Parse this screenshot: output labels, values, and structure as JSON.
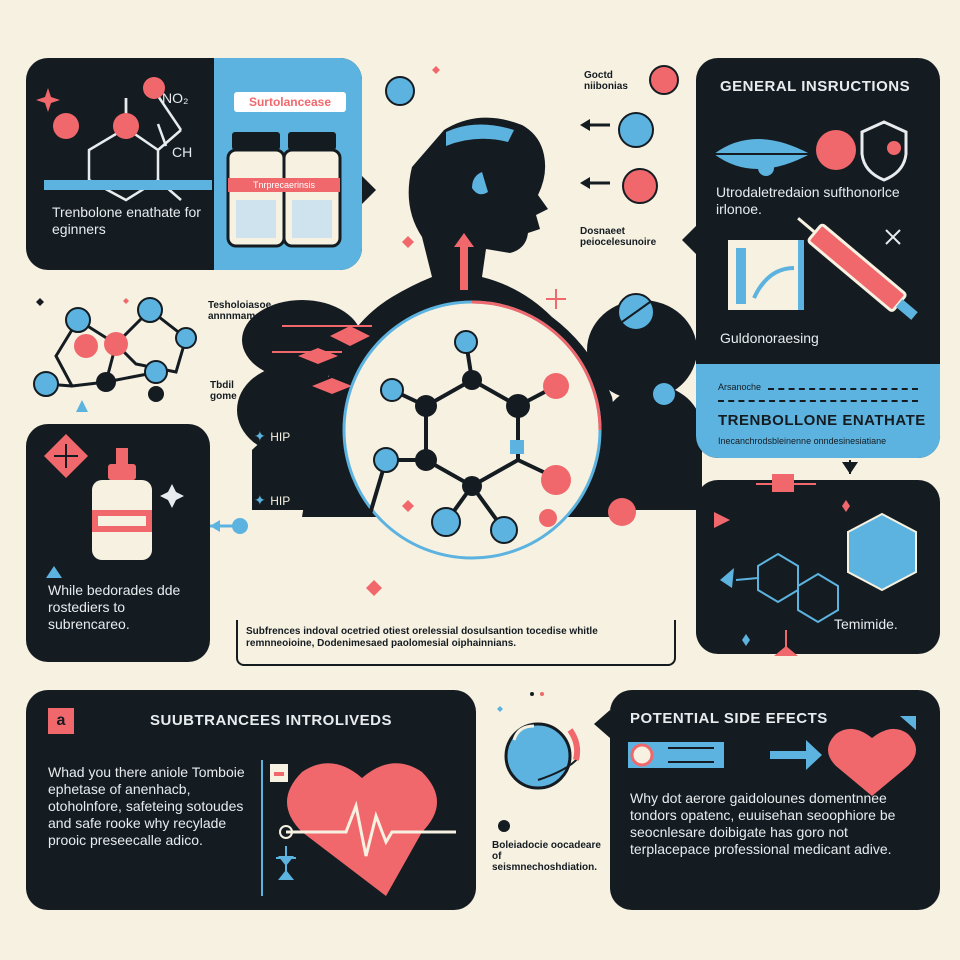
{
  "colors": {
    "background": "#f7f1e1",
    "panel": "#141c22",
    "blue": "#5db3df",
    "pink": "#f0686c",
    "cream": "#f7f1e1"
  },
  "top_left": {
    "mol_label_1": "NO₂",
    "mol_label_2": "CH",
    "badge": "Surtolancease",
    "bottle_label": "Tnrprecaerinsis",
    "caption": "Trenbolone enathate for eginners"
  },
  "center": {
    "legend_top": "Goctd niibonias",
    "legend_mid": "Dosnaeet peiocelesunoire",
    "label_test": "Tesholoiasoe annnmamee",
    "label_tbd": "Tbdil gome",
    "tag_hip_1": "HIP",
    "tag_hip_2": "HIP",
    "note": "Subfrences indoval ocetried otiest orelessial dosulsantion tocedise whitle remnneoioine, Dodenimesaed paolomesial oiphainnians."
  },
  "general": {
    "title": "GENERAL INSRUCTIONS",
    "text": "Utrodaletredaion sufthonorlce irlonoe.",
    "guidelines": "Guldonoraesing",
    "bar_label": "Arsanoche",
    "sub_title": "TRENBOLLONE ENATHATE",
    "sub_caption": "Inecanchrodsbleinenne onndesinesiatiane"
  },
  "left_mid": {
    "text": "While bedorades dde rostediers to subrencareo."
  },
  "right_mid": {
    "label": "Temimide."
  },
  "subs": {
    "number": "a",
    "title": "SUUBTRANCEES INTROLIVEDS",
    "text": "Whad you there aniole Tomboie ephetase of anenhacb, otoholnfore, safeteing sotoudes and safe rooke why recylade prooic preseecalle adico."
  },
  "bottom_mid": {
    "label": "Boleiadocie oocadeare of seismnechoshdiation."
  },
  "side_effects": {
    "title": "POTENTIAL SIDE EFECTS",
    "text": "Why dot aerore gaidolounes domentnnee tondors opatenc, euuisehan seoophiore be seocnlesare doibigate has goro not terplacepace professional medicant adive."
  }
}
